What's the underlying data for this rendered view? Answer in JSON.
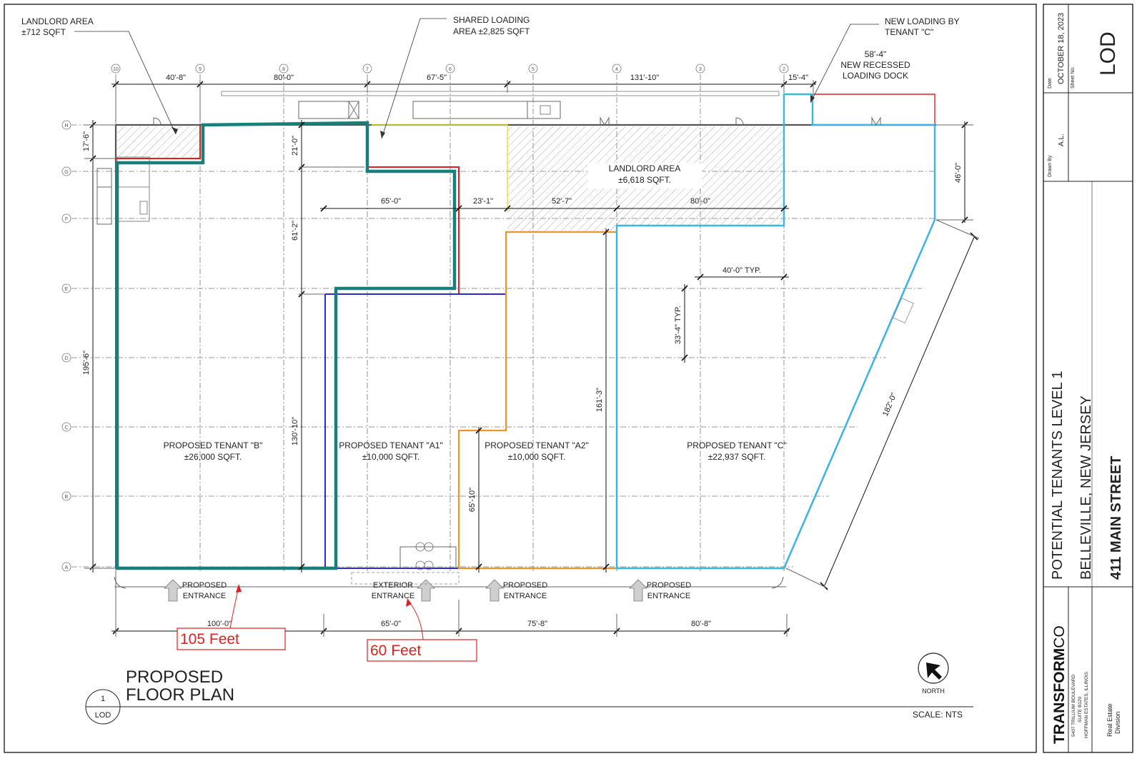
{
  "drawing": {
    "labels": {
      "landlord_area_small": [
        "LANDLORD AREA",
        "±712 SQFT"
      ],
      "shared_loading": [
        "SHARED LOADING",
        "AREA ±2,825 SQFT"
      ],
      "new_loading_by_c": [
        "NEW LOADING BY",
        "TENANT \"C\""
      ],
      "recessed_dock": [
        "58'-4\"",
        "NEW RECESSED",
        "LOADING DOCK"
      ],
      "landlord_area_large": [
        "LANDLORD AREA",
        "±6,618 SQFT."
      ],
      "tenant_b": [
        "PROPOSED TENANT \"B\"",
        "±26,000 SQFT."
      ],
      "tenant_a1": [
        "PROPOSED TENANT \"A1\"",
        "±10,000 SQFT."
      ],
      "tenant_a2": [
        "PROPOSED TENANT \"A2\"",
        "±10,000 SQFT."
      ],
      "tenant_c": [
        "PROPOSED TENANT \"C\"",
        "±22,937 SQFT."
      ],
      "entrance_1": [
        "PROPOSED",
        "ENTRANCE"
      ],
      "entrance_ext": [
        "EXTERIOR",
        "ENTRANCE"
      ],
      "entrance_2": [
        "PROPOSED",
        "ENTRANCE"
      ],
      "entrance_3": [
        "PROPOSED",
        "ENTRANCE"
      ],
      "typ_bay_width": "40'-0\" TYP.",
      "typ_bay_depth": "33'-4\" TYP."
    },
    "dimensions": {
      "top": [
        "40'-8\"",
        "80'-0\"",
        "67'-5\"",
        "131'-10\"",
        "15'-4\""
      ],
      "bottom": [
        "100'-0\"",
        "65'-0\"",
        "75'-8\"",
        "80'-8\""
      ],
      "interior": [
        "65'-0\"",
        "23'-1\"",
        "52'-7\"",
        "80'-0\""
      ],
      "vertical": {
        "left_top": "17'-6\"",
        "left_overall": "195'-6\"",
        "d21": "21'-0\"",
        "d61": "61'-2\"",
        "d130": "130'-10\"",
        "d161": "161'-3\"",
        "d65": "65'-10\"",
        "right_top": "46'-0\"",
        "diagonal": "182'-0\""
      }
    },
    "grid_columns": [
      "10",
      "9",
      "8",
      "7",
      "6",
      "5",
      "4",
      "3",
      "2"
    ],
    "grid_rows": [
      "H",
      "G",
      "F",
      "E",
      "D",
      "C",
      "B",
      "A"
    ],
    "markups": [
      "105 Feet",
      "60 Feet"
    ],
    "title": {
      "line1": "PROPOSED",
      "line2": "FLOOR PLAN",
      "number": "1",
      "sheet_ref": "LOD"
    },
    "north_label": "NORTH",
    "scale": "SCALE: NTS"
  },
  "title_block": {
    "date_label": "Date",
    "date": "OCTOBER 18, 2023",
    "sheet_no_label": "Sheet No.",
    "sheet_no": "LOD",
    "drawn_by_label": "Drawn By",
    "drawn_by": "A.L.",
    "project_title": "POTENTIAL TENANTS LEVEL 1",
    "location": "BELLEVILLE, NEW JERSEY",
    "street": "411 MAIN STREET",
    "company_bold": "TRANSFORM",
    "company_light": "CO",
    "address": [
      "5407 TRILLIUM BOULEVARD",
      "SUITE B120",
      "HOFFMAN ESTATES, ILLINOIS"
    ],
    "division": [
      "Real Estate",
      "Division"
    ]
  },
  "colors": {
    "tenant_b": "#1a7f7a",
    "tenant_a1": "#2a2ad0",
    "tenant_a2": "#f0932b",
    "tenant_c": "#38b6e8",
    "red_outline": "#e02020",
    "shared_loading": "#e8e020",
    "markup": "#e02020",
    "hatch": "#9a9a9a"
  }
}
